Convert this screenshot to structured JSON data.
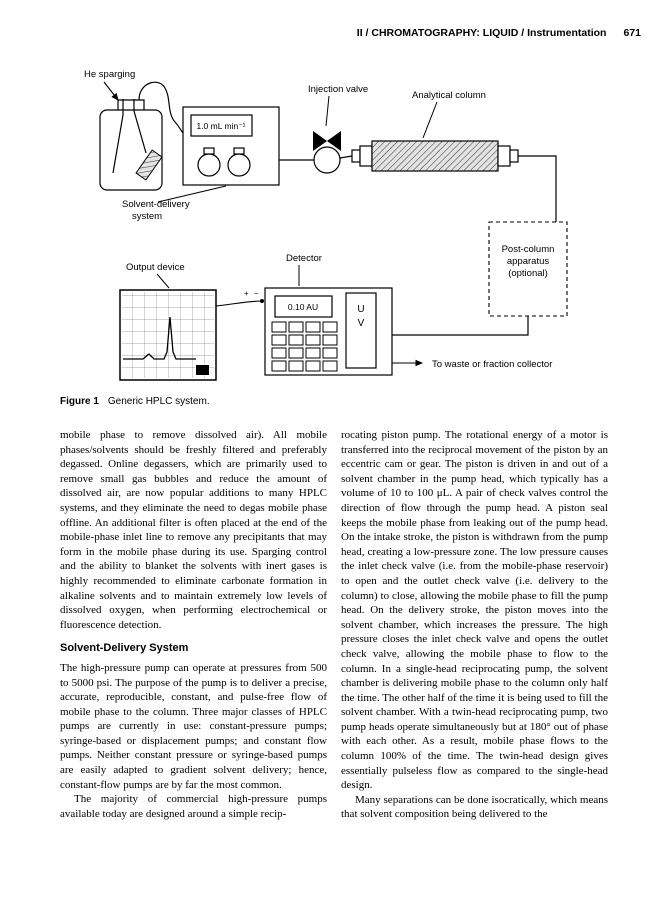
{
  "page": {
    "header": "II / CHROMATOGRAPHY: LIQUID / Instrumentation",
    "page_number": "671"
  },
  "figure": {
    "labels": {
      "he_sparging": "He sparging",
      "flow_rate": "1.0 mL min⁻¹",
      "solvent_delivery_1": "Solvent-delivery",
      "solvent_delivery_2": "system",
      "injection_valve": "Injection valve",
      "analytical_column": "Analytical column",
      "post_column_1": "Post-column",
      "post_column_2": "apparatus",
      "post_column_3": "(optional)",
      "detector": "Detector",
      "output_device": "Output device",
      "absorbance": "0.10 AU",
      "uv_u": "U",
      "uv_v": "V",
      "plus": "+",
      "minus": "−",
      "waste": "To waste or fraction collector"
    },
    "caption_label": "Figure 1",
    "caption_text": "Generic HPLC system."
  },
  "article": {
    "left_col": {
      "para1": "mobile phase to remove dissolved air). All mobile phases/solvents should be freshly filtered and preferably degassed. Online degassers, which are primarily used to remove small gas bubbles and reduce the amount of dissolved air, are now popular additions to many HPLC systems, and they eliminate the need to degas mobile phase offline. An additional filter is often placed at the end of the mobile-phase inlet line to remove any precipitants that may form in the mobile phase during its use. Sparging control and the ability to blanket the solvents with inert gases is highly recommended to eliminate carbonate formation in alkaline solvents and to maintain extremely low levels of dissolved oxygen, when performing electrochemical or fluorescence detection.",
      "heading": "Solvent-Delivery System",
      "para2": "The high-pressure pump can operate at pressures from 500 to 5000 psi. The purpose of the pump is to deliver a precise, accurate, reproducible, constant, and pulse-free flow of mobile phase to the column. Three major classes of HPLC pumps are currently in use: constant-pressure pumps; syringe-based or displacement pumps; and constant flow pumps. Neither constant pressure or syringe-based pumps are easily adapted to gradient solvent delivery; hence, constant-flow pumps are by far the most common.",
      "para3": "The majority of commercial high-pressure pumps available today are designed around a simple recip-"
    },
    "right_col": {
      "para1": "rocating piston pump. The rotational energy of a motor is transferred into the reciprocal movement of the piston by an eccentric cam or gear. The piston is driven in and out of a solvent chamber in the pump head, which typically has a volume of 10 to 100 μL. A pair of check valves control the direction of flow through the pump head. A piston seal keeps the mobile phase from leaking out of the pump head. On the intake stroke, the piston is withdrawn from the pump head, creating a low-pressure zone. The low pressure causes the inlet check valve (i.e. from the mobile-phase reservoir) to open and the outlet check valve (i.e. delivery to the column) to close, allowing the mobile phase to fill the pump head. On the delivery stroke, the piston moves into the solvent chamber, which increases the pressure. The high pressure closes the inlet check valve and opens the outlet check valve, allowing the mobile phase to flow to the column. In a single-head reciprocating pump, the solvent chamber is delivering mobile phase to the column only half the time. The other half of the time it is being used to fill the solvent chamber. With a twin-head reciprocating pump, two pump heads operate simultaneously but at 180° out of phase with each other. As a result, mobile phase flows to the column 100% of the time. The twin-head design gives essentially pulseless flow as compared to the single-head design.",
      "para2": "Many separations can be done isocratically, which means that solvent composition being delivered to the"
    }
  }
}
